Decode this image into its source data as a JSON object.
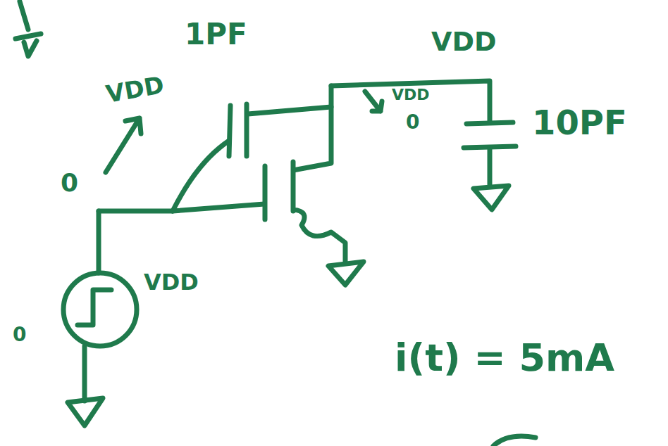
{
  "diagram": {
    "labels": [
      "VDD",
      "0",
      "1PF",
      "VDD",
      "VDD",
      "0",
      "10PF",
      "VDD",
      "0",
      "i(t) = 5mA"
    ]
  }
}
